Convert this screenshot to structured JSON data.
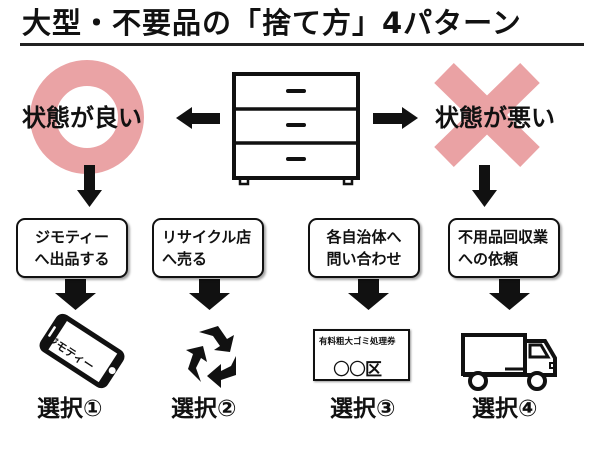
{
  "title": "大型・不要品の「捨て方」4パターン",
  "colors": {
    "accent_pink": "#e8999b",
    "ink": "#111111"
  },
  "center_icon": "chest-of-drawers-icon",
  "conditions": {
    "good": {
      "label": "状態が良い",
      "mark_icon": "circle-ok-icon"
    },
    "bad": {
      "label": "状態が悪い",
      "mark_icon": "cross-ng-icon"
    }
  },
  "options": [
    {
      "line1": "ジモティー",
      "line2": "へ出品する",
      "icon": "smartphone-icon",
      "icon_text": "ジモティー",
      "select": "選択①"
    },
    {
      "line1": "リサイクル店",
      "line2": "へ売る",
      "icon": "recycle-icon",
      "select": "選択②"
    },
    {
      "line1": "各自治体へ",
      "line2": "問い合わせ",
      "icon": "ticket-icon",
      "ticket_title": "有料粗大ゴミ処理券",
      "ticket_ward": "〇〇",
      "ticket_ward_suffix": "区",
      "select": "選択③"
    },
    {
      "line1": "不用品回収業",
      "line2": "への依頼",
      "icon": "truck-icon",
      "select": "選択④"
    }
  ]
}
